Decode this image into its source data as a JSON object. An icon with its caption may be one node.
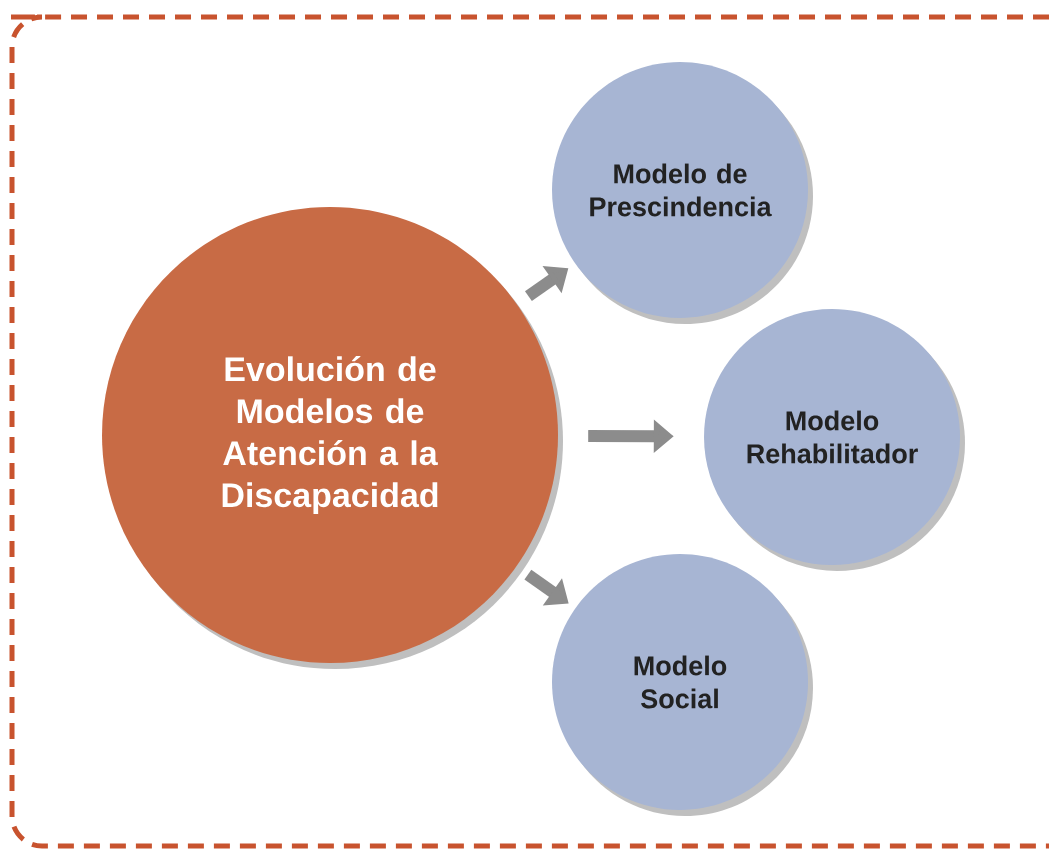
{
  "diagram": {
    "nodes": [
      {
        "text": [
          "Evolución de Modelos de Atención a la Discapacidad"
        ]
      },
      {
        "text": [
          "Modelo de Prescindencia"
        ]
      },
      {
        "text": [
          "Modelo Rehabilitador"
        ]
      },
      {
        "text": [
          "Modelo Social"
        ]
      }
    ],
    "edges": [
      {
        "from": 0,
        "to": 1,
        "arrow": "to"
      },
      {
        "from": 0,
        "to": 2,
        "arrow": "to"
      },
      {
        "from": 0,
        "to": 3,
        "arrow": "to"
      }
    ]
  }
}
